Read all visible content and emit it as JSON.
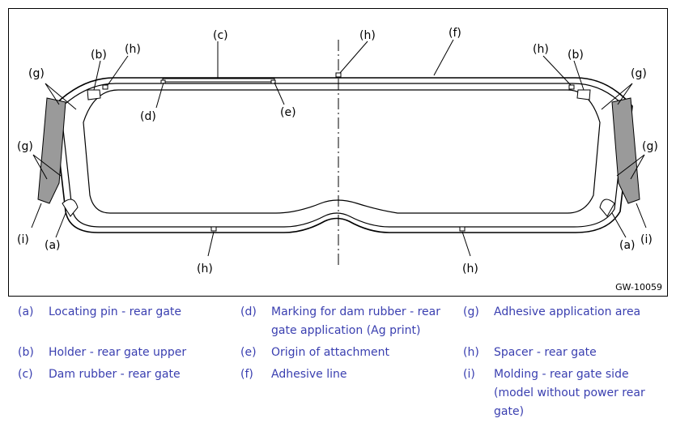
{
  "figure": {
    "code": "GW-10059",
    "callouts": {
      "a": "(a)",
      "b": "(b)",
      "c": "(c)",
      "d": "(d)",
      "e": "(e)",
      "f": "(f)",
      "g": "(g)",
      "h": "(h)",
      "i": "(i)"
    }
  },
  "legend": [
    {
      "key": "(a)",
      "text": "Locating pin - rear gate"
    },
    {
      "key": "(b)",
      "text": "Holder - rear gate upper"
    },
    {
      "key": "(c)",
      "text": "Dam rubber - rear gate"
    },
    {
      "key": "(d)",
      "text": "Marking for dam rubber - rear gate application (Ag print)"
    },
    {
      "key": "(e)",
      "text": "Origin of attachment"
    },
    {
      "key": "(f)",
      "text": "Adhesive line"
    },
    {
      "key": "(g)",
      "text": "Adhesive application area"
    },
    {
      "key": "(h)",
      "text": "Spacer - rear gate"
    },
    {
      "key": "(i)",
      "text": "Molding - rear gate side (model without power rear gate)"
    }
  ],
  "colors": {
    "legend_text": "#3a3fb0",
    "outline": "#000000",
    "adhesive_area": "#9a9a9a"
  }
}
